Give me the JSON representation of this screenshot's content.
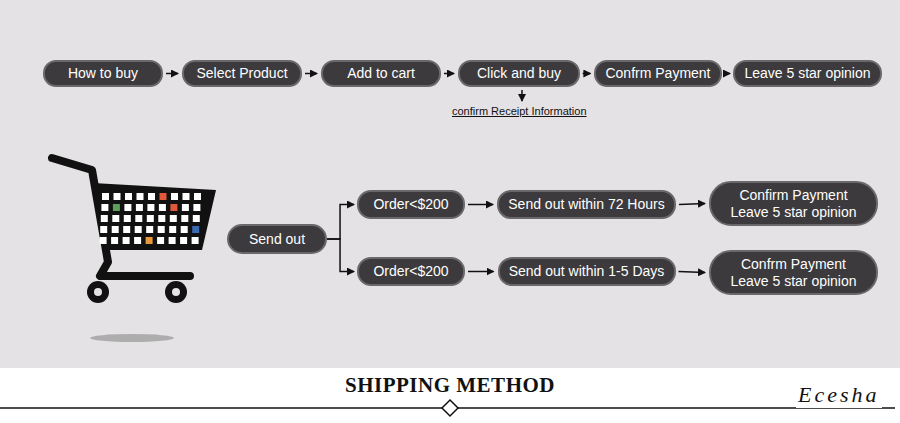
{
  "diagram": {
    "title": "SHIPPING METHOD",
    "nodes": [
      {
        "text": [
          "How to buy"
        ]
      },
      {
        "text": [
          "Select Product"
        ]
      },
      {
        "text": [
          "Add to cart"
        ]
      },
      {
        "text": [
          "Click and buy"
        ]
      },
      {
        "text": [
          "Confrm Payment"
        ]
      },
      {
        "text": [
          "Leave 5 star opinion"
        ]
      },
      {
        "text": [
          "Send out"
        ]
      },
      {
        "text": [
          "Order<$200"
        ]
      },
      {
        "text": [
          "Send out within 72 Hours"
        ]
      },
      {
        "text": [
          "Confirm Payment",
          "Leave 5 star opinion"
        ]
      },
      {
        "text": [
          "Order<$200"
        ]
      },
      {
        "text": [
          "Send out within 1-5 Days"
        ]
      },
      {
        "text": [
          "Confrm Payment",
          "Leave 5 star opinion"
        ]
      }
    ],
    "edges": [
      {
        "from": 0,
        "to": 1,
        "arrow": "to"
      },
      {
        "from": 1,
        "to": 2,
        "arrow": "to"
      },
      {
        "from": 2,
        "to": 3,
        "arrow": "to"
      },
      {
        "from": 3,
        "to": 4,
        "arrow": "to"
      },
      {
        "from": 4,
        "to": 5,
        "arrow": "to"
      },
      {
        "from": 6,
        "to": 7,
        "arrow": "to"
      },
      {
        "from": 6,
        "to": 10,
        "arrow": "to"
      },
      {
        "from": 7,
        "to": 8,
        "arrow": "to"
      },
      {
        "from": 8,
        "to": 9,
        "arrow": "to"
      },
      {
        "from": 10,
        "to": 11,
        "arrow": "to"
      },
      {
        "from": 11,
        "to": 12,
        "arrow": "to"
      }
    ],
    "labels": [
      "confirm Receipt Information",
      "Ecesha"
    ]
  }
}
